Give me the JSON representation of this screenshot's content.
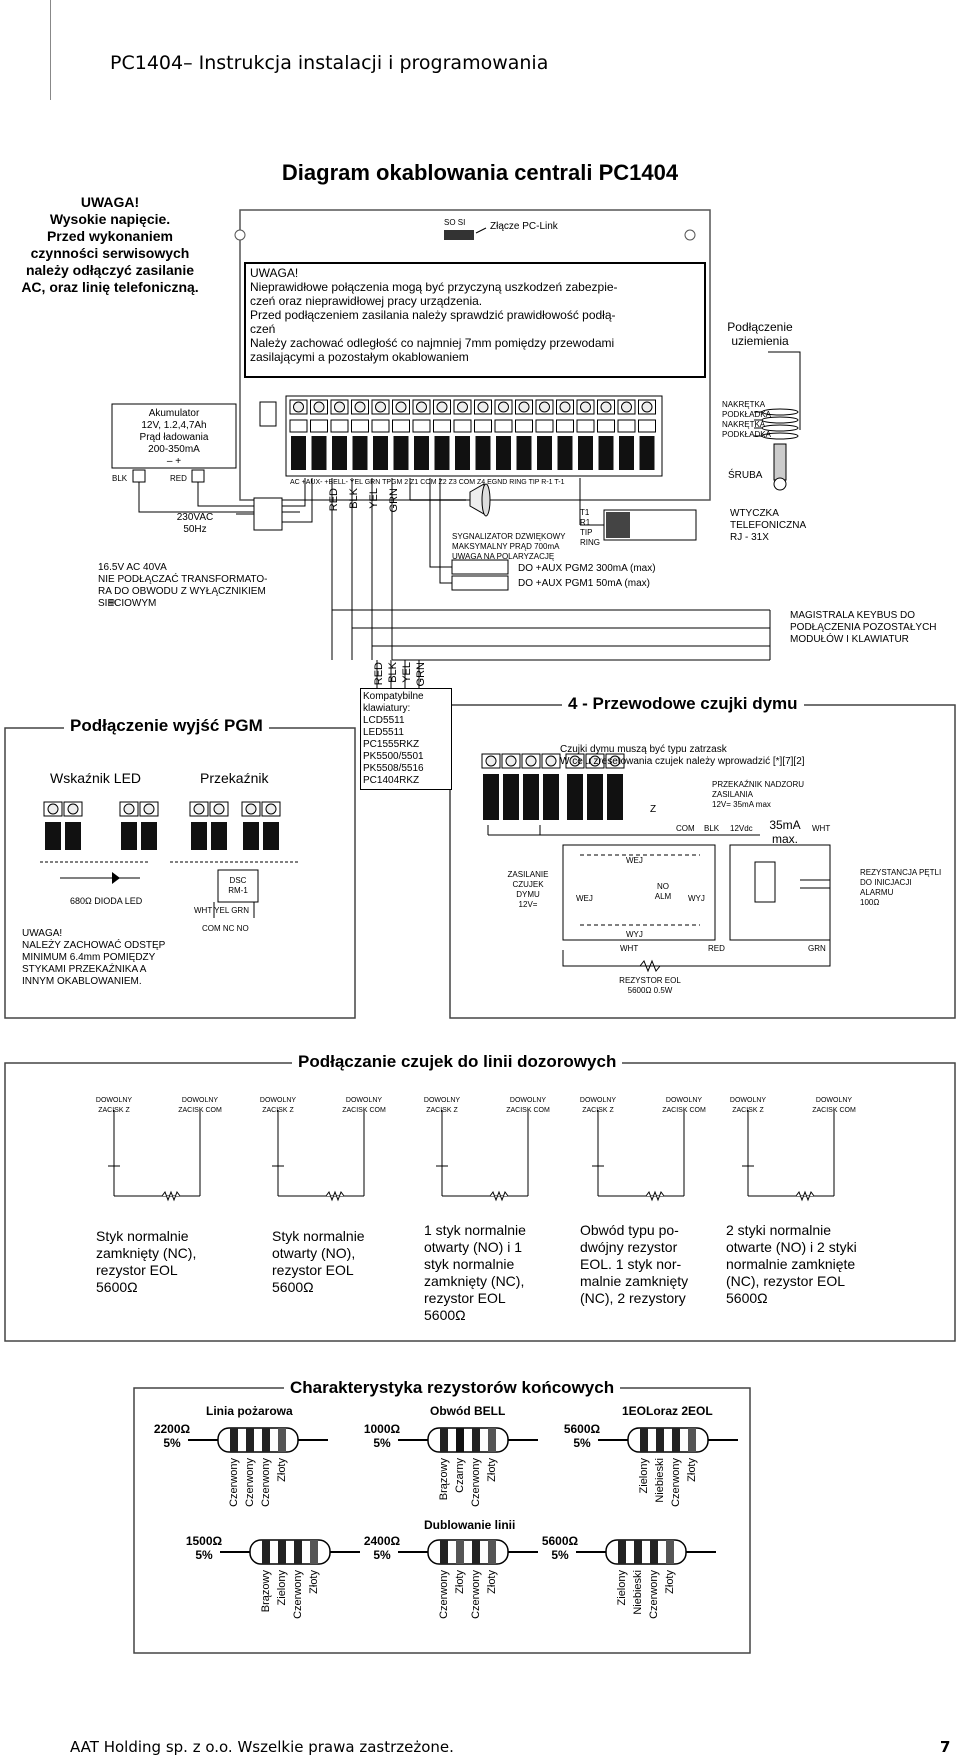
{
  "header": {
    "title": "PC1404– Instrukcja instalacji i programowania"
  },
  "main_diagram": {
    "title": "Diagram okablowania centrali PC1404",
    "warning_left": [
      "UWAGA!",
      "Wysokie napięcie.",
      "Przed wykonaniem",
      "czynności serwisowych",
      "należy odłączyć zasilanie",
      "AC, oraz linię telefoniczną."
    ],
    "pclink": "Złącze PC-Link",
    "pclink_pins": "SO  SI",
    "warning_box": [
      "UWAGA!",
      "Nieprawidłowe połączenia mogą być przyczyną uszkodzeń zabezpie-",
      "czeń oraz nieprawidłowej pracy urządzenia.",
      "Przed podłączeniem zasilania należy sprawdzić prawidłowość podłą-",
      "czeń",
      "Należy zachować odległość co najmniej 7mm pomiędzy przewodami",
      "zasilającymi a pozostałym okablowaniem"
    ],
    "ground": [
      "Podłączenie",
      "uziemienia"
    ],
    "battery": [
      "Akumulator",
      "12V, 1.2,4,7Ah",
      "Prąd ładowania",
      "200-350mA"
    ],
    "battery_pm": "–              +",
    "blk": "BLK",
    "red": "RED",
    "ac_label": [
      "230VAC",
      "50Hz"
    ],
    "transformer": [
      "16.5V AC 40VA",
      "NIE PODŁĄCZAĆ TRANSFORMATO-",
      "RA DO OBWODU Z WYŁĄCZNIKIEM",
      "SIECIOWYM"
    ],
    "terminals": "AC   +AUX-  +BELL-  YEL  GRN  TPGM 2  Z1  COM  Z2  Z3  COM  Z4  EGND  RING  TIP  R-1  T-1",
    "wire_colors": [
      "RED",
      "BLK",
      "YEL",
      "GRN"
    ],
    "siren": [
      "SYGNALIZATOR DZWIĘKOWY",
      "MAKSYMALNY PRĄD 700mA",
      "UWAGA NA POLARYZACJĘ"
    ],
    "phone_terms": [
      "T1",
      "R1",
      "TIP",
      "RING"
    ],
    "phone_plug": [
      "WTYCZKA",
      "TELEFONICZNA",
      "RJ - 31X"
    ],
    "pgm2": "DO +AUX   PGM2 300mA (max)",
    "pgm1": "DO +AUX   PGM1 50mA (max)",
    "ground_parts": [
      "NAKRĘTKA",
      "PODKŁADKA",
      "NAKRĘTKA",
      "PODKŁADKA"
    ],
    "screw": "ŚRUBA",
    "keybus": [
      "MAGISTRALA KEYBUS DO",
      "PODŁĄCZENIA POZOSTAŁYCH",
      "MODUŁÓW I KLAWIATUR"
    ],
    "keypads": [
      "Kompatybilne",
      "klawiatury:",
      "LCD5511",
      "LED5511",
      "PC1555RKZ",
      "PK5500/5501",
      "PK5508/5516",
      "PC1404RKZ"
    ],
    "kp_wires": [
      "RED",
      "BLK",
      "YEL",
      "GRN"
    ]
  },
  "pgm_section": {
    "title": "Podłączenie wyjść PGM",
    "led": "Wskaźnik LED",
    "relay": "Przekaźnik",
    "led_note": "680Ω   DIODA LED",
    "relay_note": [
      "DSC",
      "RM-1"
    ],
    "relay_wires": "WHT YEL    GRN",
    "relay_contacts": "COM  NC  NO",
    "warning": [
      "UWAGA!",
      "NALEŻY ZACHOWAĆ ODSTĘP",
      "MINIMUM 6.4mm POMIĘDZY",
      "STYKAMI PRZEKAŹNIKA A",
      "INNYM OKABLOWANIEM."
    ]
  },
  "smoke_section": {
    "title": "4 - Przewodowe czujki dymu",
    "note": [
      "Czujki dymu muszą być typu zatrzask",
      "W celu zresetowania czujek należy wprowadzić [*][7][2]"
    ],
    "relay": [
      "PRZEKAŹNIK NADZORU",
      "ZASILANIA",
      "12V= 35mA max"
    ],
    "z": "Z",
    "com": "COM",
    "blk": "BLK",
    "v12": "12Vdc",
    "ma": [
      "35mA",
      "max."
    ],
    "wht": "WHT",
    "power": [
      "ZASILANIE",
      "CZUJEK",
      "DYMU",
      "12V="
    ],
    "wej": "WEJ",
    "wyj": "WYJ",
    "no_alm": [
      "NO",
      "ALM"
    ],
    "red": "RED",
    "grn": "GRN",
    "resistor": [
      "REZYSTOR EOL",
      "5600Ω 0.5W"
    ],
    "eol": [
      "REZYSTANCJA PĘTLI",
      "DO INICJACJI",
      "ALARMU",
      "100Ω"
    ]
  },
  "zones": {
    "title": "Podłączanie czujek do linii dozorowych",
    "terminal_a": [
      "DOWOLNY",
      "ZACISK  Z"
    ],
    "terminal_b": [
      "DOWOLNY",
      "ZACISK  COM"
    ],
    "captions": [
      [
        "Styk normalnie",
        "zamknięty (NC),",
        "rezystor EOL",
        "5600Ω"
      ],
      [
        "Styk normalnie",
        "otwarty (NO),",
        "rezystor EOL",
        "5600Ω"
      ],
      [
        "1 styk normalnie",
        "otwarty (NO) i 1",
        "styk normalnie",
        "zamknięty (NC),",
        "rezystor EOL",
        "5600Ω"
      ],
      [
        "Obwód typu po-",
        "dwójny rezystor",
        "EOL. 1 styk nor-",
        "malnie zamknięty",
        "(NC), 2 rezystory"
      ],
      [
        "2 styki normalnie",
        "otwarte (NO) i 2 styki",
        "normalnie zamknięte",
        "(NC), rezystor EOL",
        "5600Ω"
      ]
    ]
  },
  "resistors": {
    "title": "Charakterystyka rezystorów końcowych",
    "groups": [
      "Linia pożarowa",
      "Obwód BELL",
      "1EOLoraz 2EOL"
    ],
    "dub": "Dublowanie linii",
    "items": [
      {
        "value": "2200Ω",
        "tol": "5%",
        "bands": [
          "Czerwony",
          "Czerwony",
          "Czerwony",
          "Złoty"
        ]
      },
      {
        "value": "1000Ω",
        "tol": "5%",
        "bands": [
          "Brązowy",
          "Czarny",
          "Czerwony",
          "Złoty"
        ]
      },
      {
        "value": "5600Ω",
        "tol": "5%",
        "bands": [
          "Zielony",
          "Niebieski",
          "Czerwony",
          "Złoty"
        ]
      },
      {
        "value": "1500Ω",
        "tol": "5%",
        "bands": [
          "Brązowy",
          "Zielony",
          "Czerwony",
          "Złoty"
        ]
      },
      {
        "value": "2400Ω",
        "tol": "5%",
        "bands": [
          "Czerwony",
          "Złoty",
          "Czerwony",
          "Złoty"
        ]
      },
      {
        "value": "5600Ω",
        "tol": "5%",
        "bands": [
          "Zielony",
          "Niebieski",
          "Czerwony",
          "Złoty"
        ]
      }
    ]
  },
  "footer": {
    "text": "AAT Holding sp. z o.o.  Wszelkie prawa zastrzeżone.",
    "page": "7"
  }
}
